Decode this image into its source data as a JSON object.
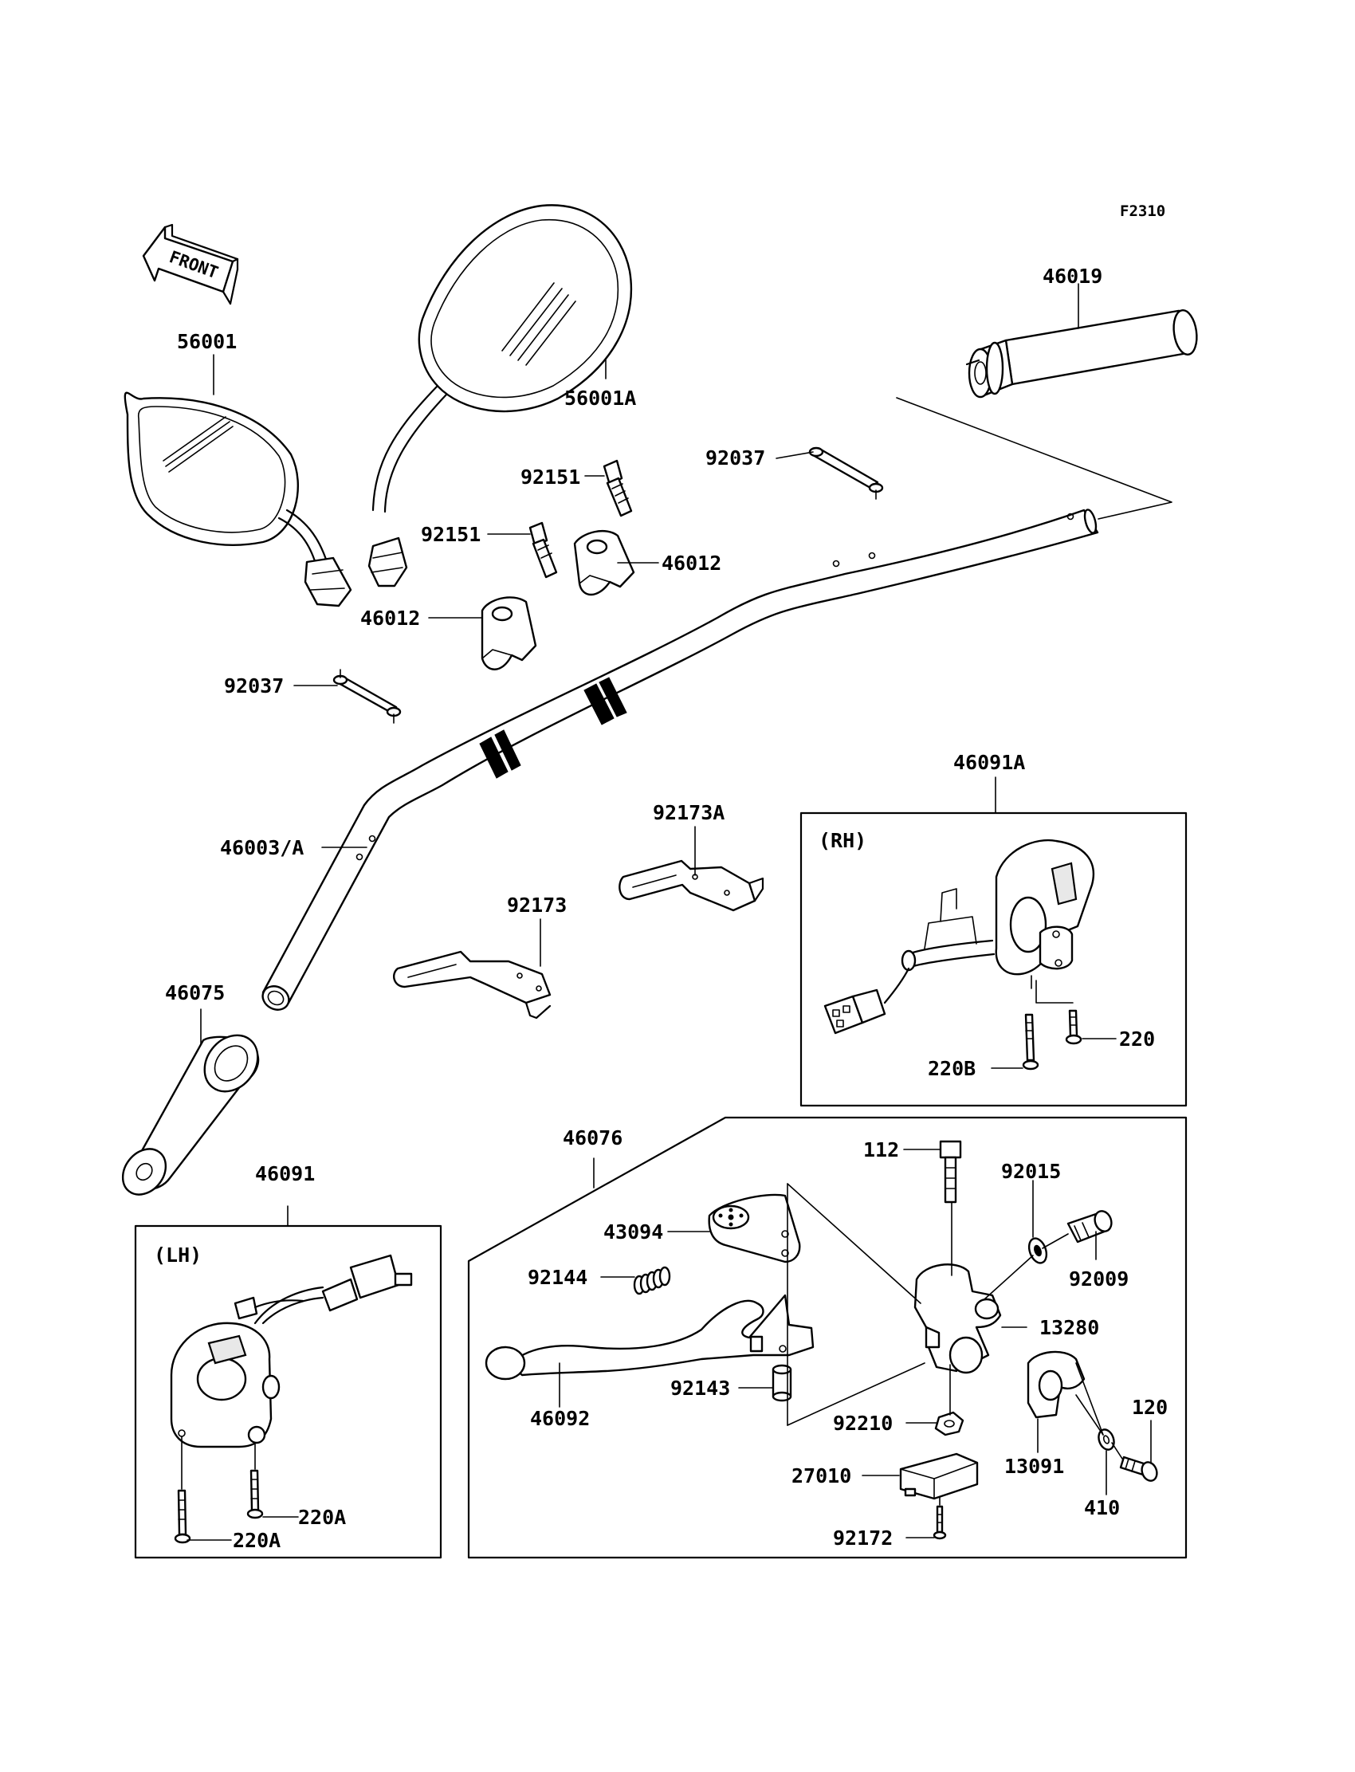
{
  "figure_code": "F2310",
  "front_arrow": "FRONT",
  "boxes": {
    "rh": "(RH)",
    "lh": "(LH)"
  },
  "parts": {
    "p56001": "56001",
    "p56001A": "56001A",
    "p46019": "46019",
    "p92037_top": "92037",
    "p92151_a": "92151",
    "p92151_b": "92151",
    "p46012_a": "46012",
    "p46012_b": "46012",
    "p92037_left": "92037",
    "p46003A": "46003/A",
    "p92173A": "92173A",
    "p92173": "92173",
    "p46075": "46075",
    "p46091A": "46091A",
    "p220": "220",
    "p220B": "220B",
    "p46076": "46076",
    "p112": "112",
    "p92015": "92015",
    "p43094": "43094",
    "p92009": "92009",
    "p92144": "92144",
    "p13280": "13280",
    "p92143": "92143",
    "p46092": "46092",
    "p92210": "92210",
    "p120": "120",
    "p27010": "27010",
    "p13091": "13091",
    "p410": "410",
    "p92172": "92172",
    "p46091": "46091",
    "p220A_a": "220A",
    "p220A_b": "220A"
  }
}
